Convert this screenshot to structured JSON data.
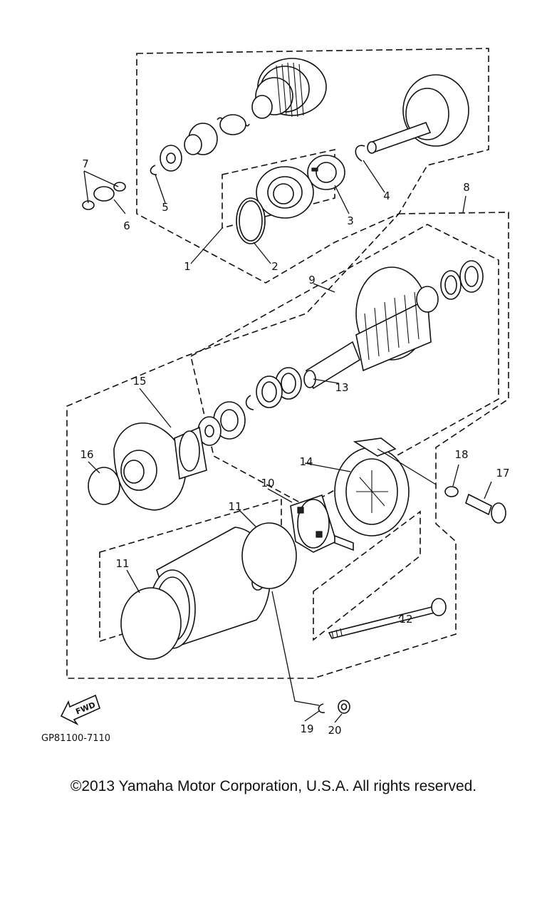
{
  "diagram": {
    "code": "GP81100-7110",
    "fwd_label": "FWD",
    "callouts": {
      "c1": "1",
      "c2": "2",
      "c3": "3",
      "c4": "4",
      "c5": "5",
      "c6": "6",
      "c7": "7",
      "c8": "8",
      "c9": "9",
      "c10": "10",
      "c11a": "11",
      "c11b": "11",
      "c12": "12",
      "c13": "13",
      "c14": "14",
      "c15": "15",
      "c16": "16",
      "c17": "17",
      "c18": "18",
      "c19": "19",
      "c20": "20"
    }
  },
  "footer": {
    "copyright": "©2013 Yamaha Motor Corporation, U.S.A. All rights reserved."
  }
}
